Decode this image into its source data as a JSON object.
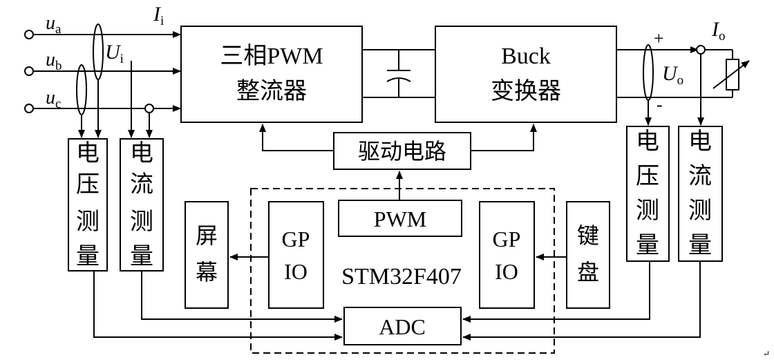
{
  "inputs": {
    "ua": {
      "base": "u",
      "sub": "a"
    },
    "ub": {
      "base": "u",
      "sub": "b"
    },
    "uc": {
      "base": "u",
      "sub": "c"
    },
    "Ii": {
      "base": "I",
      "sub": "i"
    },
    "Ui": {
      "base": "U",
      "sub": "i"
    }
  },
  "outputs": {
    "Io": {
      "base": "I",
      "sub": "o"
    },
    "Uo": {
      "base": "U",
      "sub": "o"
    },
    "plus": "+",
    "minus": "-"
  },
  "blocks": {
    "rectifier": [
      "三相PWM",
      "整流器"
    ],
    "buck": [
      "Buck",
      "变换器"
    ],
    "driver": "驱动电路",
    "pwm": "PWM",
    "mcu": "STM32F407",
    "adc": "ADC",
    "gpio_left": [
      "GP",
      "IO"
    ],
    "gpio_right": [
      "GP",
      "IO"
    ],
    "screen": [
      "屏",
      "幕"
    ],
    "keyboard": [
      "键",
      "盘"
    ],
    "v_meas_left": [
      "电",
      "压",
      "测",
      "量"
    ],
    "i_meas_left": [
      "电",
      "流",
      "测",
      "量"
    ],
    "v_meas_right": [
      "电",
      "压",
      "测",
      "量"
    ],
    "i_meas_right": [
      "电",
      "流",
      "测",
      "量"
    ]
  },
  "corner_mark": "↵"
}
